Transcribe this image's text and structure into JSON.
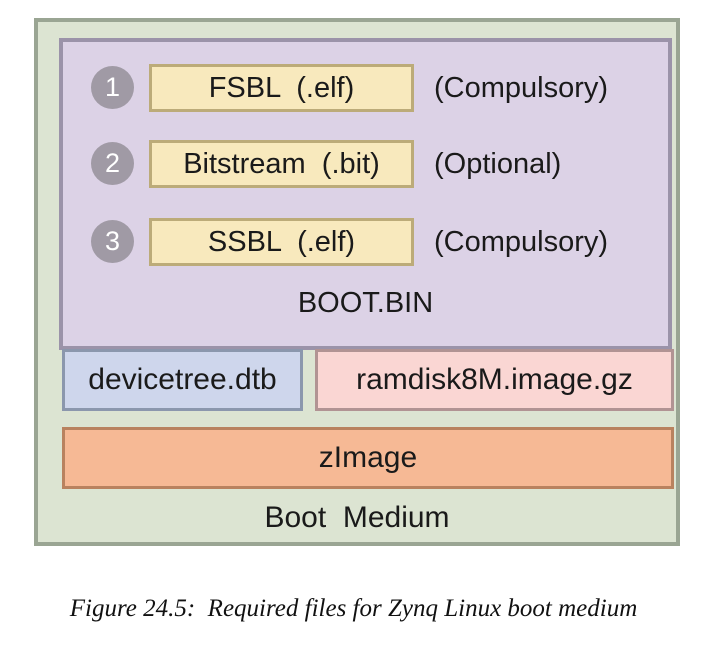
{
  "figure": {
    "caption": "Figure 24.5:  Required files for Zynq Linux boot medium",
    "colors": {
      "boot_medium_fill": "#dce4d2",
      "boot_medium_border": "#9aa593",
      "bootbin_fill": "#dcd2e6",
      "bootbin_border": "#9b93a9",
      "file_box_fill": "#f8e9bd",
      "file_box_border": "#bcab79",
      "badge_fill": "#a09aa5",
      "badge_text": "#ffffff",
      "devicetree_fill": "#ced6ec",
      "devicetree_border": "#8b97ad",
      "ramdisk_fill": "#fad6d3",
      "ramdisk_border": "#b19393",
      "zimage_fill": "#f6b995",
      "zimage_border": "#b9825f"
    }
  },
  "boot_medium": {
    "label": "Boot  Medium",
    "bootbin": {
      "label": "BOOT.BIN",
      "files": [
        {
          "number": "1",
          "name": "FSBL  (.elf)",
          "requirement": "(Compulsory)"
        },
        {
          "number": "2",
          "name": "Bitstream  (.bit)",
          "requirement": "(Optional)"
        },
        {
          "number": "3",
          "name": "SSBL  (.elf)",
          "requirement": "(Compulsory)"
        }
      ]
    },
    "devicetree": {
      "label": "devicetree.dtb"
    },
    "ramdisk": {
      "label": "ramdisk8M.image.gz"
    },
    "kernel": {
      "label": "zImage"
    }
  }
}
